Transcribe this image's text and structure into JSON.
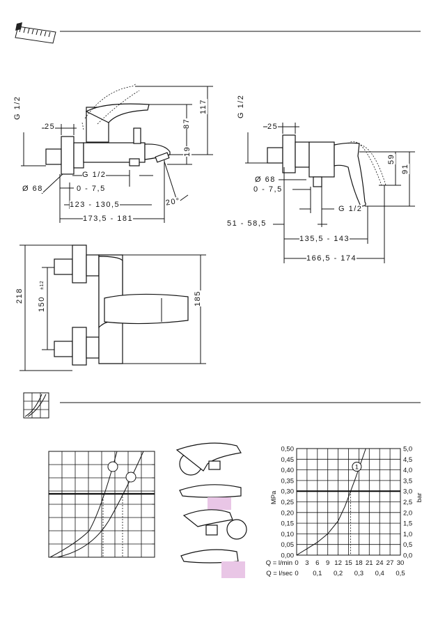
{
  "dims": {
    "g12_a": "G 1/2",
    "d25_a": "25",
    "h87": "87",
    "h117": "117",
    "h19": "19",
    "g12_b": "G 1/2",
    "d68_a": "Ø 68",
    "r075_a": "0 - 7,5",
    "deg20": "20°",
    "w123": "123 - 130,5",
    "w173": "173,5 - 181",
    "g12_c": "G 1/2",
    "d25_b": "25",
    "d68_b": "Ø 68",
    "r075_b": "0 - 7,5",
    "h59": "59",
    "h91": "91",
    "g12_d": "G 1/2",
    "w51": "51 - 58,5",
    "w135": "135,5 - 143",
    "w166": "166,5 - 174",
    "h218": "218",
    "h150": "150",
    "tol12": "±12",
    "h185": "185"
  },
  "chart_data": {
    "type": "line",
    "title": "",
    "xlabel": "Q = l/min",
    "x2label": "Q = l/sec",
    "ylabel": "MPa",
    "y2label": "bar",
    "x_ticks": [
      "0",
      "3",
      "6",
      "9",
      "12",
      "15",
      "18",
      "21",
      "24",
      "27",
      "30"
    ],
    "x2_ticks": [
      "0",
      "0,1",
      "0,2",
      "0,3",
      "0,4",
      "0,5"
    ],
    "y_ticks": [
      "0,00",
      "0,05",
      "0,10",
      "0,15",
      "0,20",
      "0,25",
      "0,30",
      "0,35",
      "0,40",
      "0,45",
      "0,50"
    ],
    "y2_ticks": [
      "0,0",
      "0,5",
      "1,0",
      "1,5",
      "2,0",
      "2,5",
      "3,0",
      "3,5",
      "4,0",
      "4,5",
      "5,0"
    ],
    "xlim": [
      0,
      30
    ],
    "ylim": [
      0,
      0.5
    ],
    "reference_line": 0.3,
    "series": [
      {
        "marker": "1",
        "x": [
          0,
          3,
          6,
          9,
          12,
          14,
          15.6,
          17,
          18.5,
          20
        ],
        "y": [
          0,
          0.03,
          0.06,
          0.1,
          0.16,
          0.23,
          0.3,
          0.36,
          0.43,
          0.5
        ]
      }
    ],
    "marker_label": "1"
  }
}
